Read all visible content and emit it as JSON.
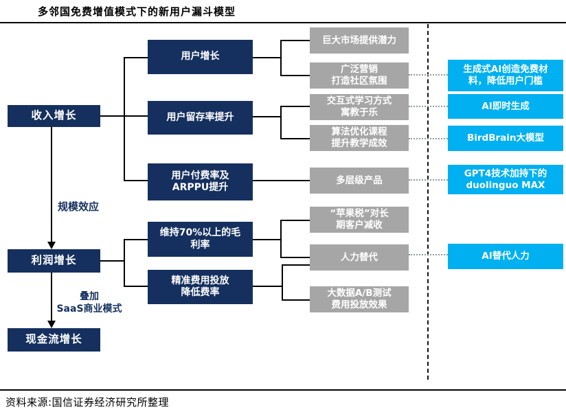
{
  "title": "多邻国免费增值模式下的新用户漏斗模型",
  "source": "资料来源:国信证券经济研究所整理",
  "colors": {
    "navy": "#15305e",
    "cyan": "#00b0f0",
    "gray": "#a6a6a6"
  },
  "nodes": {
    "revenue": "收入增长",
    "profit": "利润增长",
    "cashflow": "现金流增长",
    "scale_effect": "规模效应",
    "saas": "叠加\nSaaS商业模式",
    "user_growth": "用户增长",
    "retention": "用户留存率提升",
    "pay_rate": "用户付费率及\nARPPU提升",
    "gross_margin": "维持70%以上的毛\n利率",
    "precise_spend": "精准费用投放\n降低费率",
    "market": "巨大市场提供潜力",
    "marketing": "广泛营销\n打造社区氛围",
    "interactive": "交互式学习方式\n寓教于乐",
    "algorithm": "算法优化课程\n提升教学成效",
    "tiered": "多层级产品",
    "apple_tax": "“苹果税”对长\n期客户减收",
    "labor_sub": "人力替代",
    "big_data": "大数据A/B测试\n费用投放效果",
    "gen_ai": "生成式AI创造免费材\n料，降低用户门槛",
    "ai_instant": "AI即时生成",
    "birdbrain": "BirdBrain大模型",
    "gpt4": "GPT4技术加持下的\nduolinguo MAX",
    "ai_labor": "AI替代人力"
  }
}
